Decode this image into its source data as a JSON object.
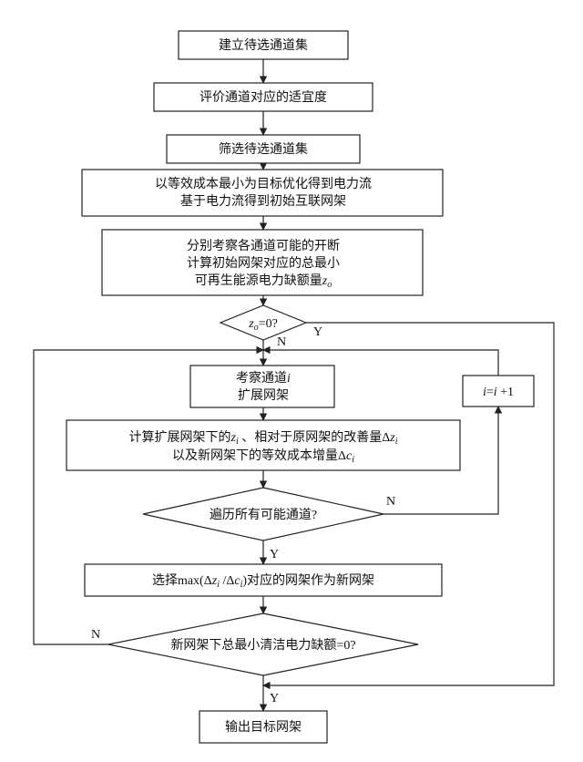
{
  "nodes": {
    "build": "建立待选通道集",
    "evaluate": "评价通道对应的适宜度",
    "filter": "筛选待选通道集",
    "optimize_l1": "以等效成本最小为目标优化得到电力流",
    "optimize_l2": "基于电力流得到初始互联网架",
    "consider_l1": "分别考察各通道可能的开断",
    "consider_l2": "计算初始网架对应的总最小",
    "consider_l3": "可再生能源电力缺额量",
    "z0_var": "z",
    "z0_sub": "o",
    "z0_cond_rest": "=0?",
    "examine_l1": "考察通道",
    "examine_var": "i",
    "examine_l2": "扩展网架",
    "increment_i1": "i",
    "increment_mid": "=",
    "increment_i2": "i",
    "increment_rest": " +1",
    "compute_l1a": "计算扩展网架下的",
    "compute_zi_var": "z",
    "compute_zi_sub": "i",
    "compute_l1b": " 、相对于原网架的改善量Δ",
    "compute_dz_var": "z",
    "compute_dz_sub": "i",
    "compute_l2a": "以及新网架下的等效成本增量Δ",
    "compute_dc_var": "c",
    "compute_dc_sub": "i",
    "traverse": "遍历所有可能通道?",
    "select_a": "选择max(Δ",
    "select_z": "z",
    "select_zsub": "i",
    "select_mid": " /Δ",
    "select_c": "c",
    "select_csub": "i",
    "select_b": ")对应的网架作为新网架",
    "check_zero": "新网架下总最小清洁电力缺额=0?",
    "output": "输出目标网架"
  },
  "labels": {
    "yes": "Y",
    "no": "N"
  }
}
